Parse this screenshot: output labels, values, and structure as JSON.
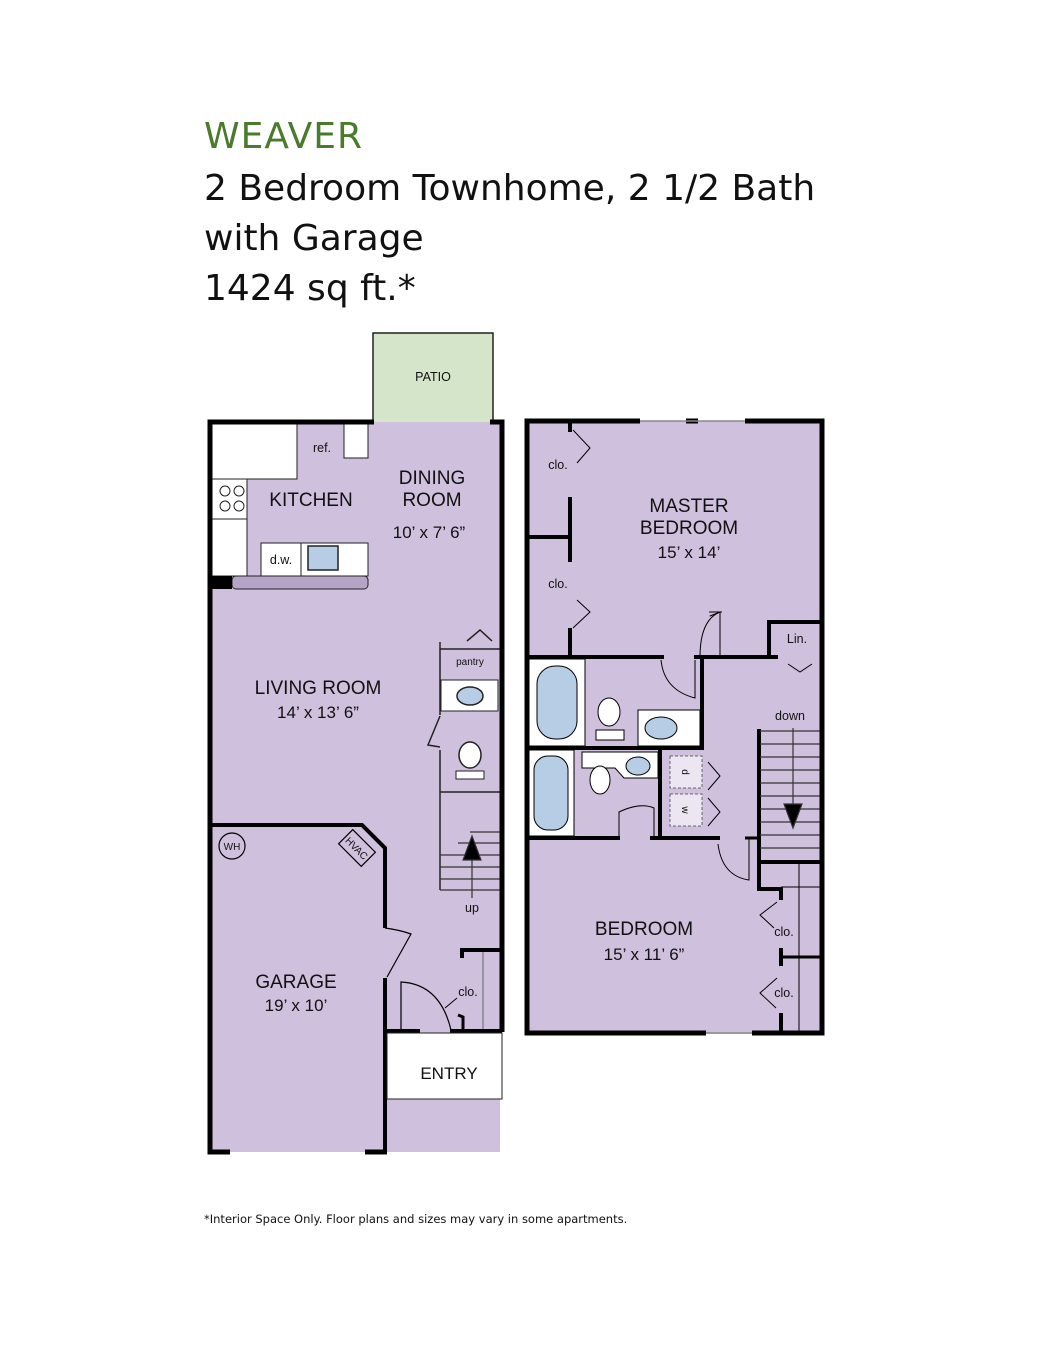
{
  "header": {
    "plan_name": "WEAVER",
    "line1": "2 Bedroom Townhome, 2 1/2 Bath",
    "line2": "with Garage",
    "line3": "1424 sq ft.*"
  },
  "colors": {
    "title_green": "#4a7a2c",
    "room_fill": "#cfc0dd",
    "patio_fill": "#d5e5c9",
    "fixture_blue": "#b7cde6",
    "wall": "#000000"
  },
  "first_floor": {
    "patio": "PATIO",
    "kitchen": "KITCHEN",
    "refrigerator": "ref.",
    "dishwasher": "d.w.",
    "dining_room": {
      "name_line1": "DINING",
      "name_line2": "ROOM",
      "size": "10’ x 7’ 6”"
    },
    "living_room": {
      "name": "LIVING ROOM",
      "size": "14’ x 13’ 6”"
    },
    "pantry": "pantry",
    "garage": {
      "name": "GARAGE",
      "size": "19’ x 10’"
    },
    "water_heater": "WH",
    "hvac": "HVAC",
    "stairs": "up",
    "closet": "clo.",
    "entry": "ENTRY"
  },
  "second_floor": {
    "master_bedroom": {
      "name_line1": "MASTER",
      "name_line2": "BEDROOM",
      "size": "15’ x 14’"
    },
    "closet_1": "clo.",
    "closet_2": "clo.",
    "linen": "Lin.",
    "stairs": "down",
    "dryer": "d",
    "washer": "w",
    "bedroom": {
      "name": "BEDROOM",
      "size": "15’ x 11’ 6”"
    },
    "closet_3": "clo.",
    "closet_4": "clo."
  },
  "footnote": "*Interior Space Only. Floor plans and sizes may vary in some apartments."
}
